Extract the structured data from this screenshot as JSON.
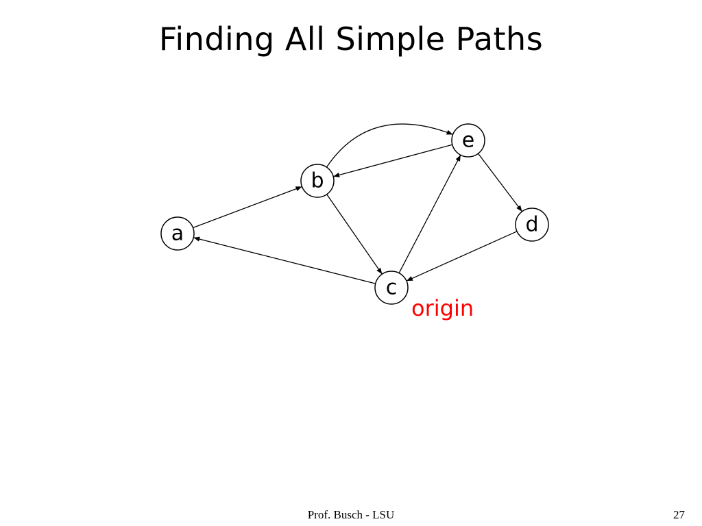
{
  "slide": {
    "title": "Finding All Simple Paths",
    "footer": "Prof. Busch - LSU",
    "page_number": "27"
  },
  "graph": {
    "nodes": [
      {
        "id": "a",
        "label": "a"
      },
      {
        "id": "b",
        "label": "b"
      },
      {
        "id": "c",
        "label": "c"
      },
      {
        "id": "d",
        "label": "d"
      },
      {
        "id": "e",
        "label": "e"
      }
    ],
    "edges": [
      {
        "from": "a",
        "to": "b"
      },
      {
        "from": "b",
        "to": "e"
      },
      {
        "from": "e",
        "to": "b"
      },
      {
        "from": "b",
        "to": "c"
      },
      {
        "from": "c",
        "to": "e"
      },
      {
        "from": "e",
        "to": "d"
      },
      {
        "from": "d",
        "to": "c"
      },
      {
        "from": "c",
        "to": "a"
      }
    ],
    "annotation": {
      "node": "c",
      "text": "origin",
      "color": "#ff0000"
    }
  }
}
